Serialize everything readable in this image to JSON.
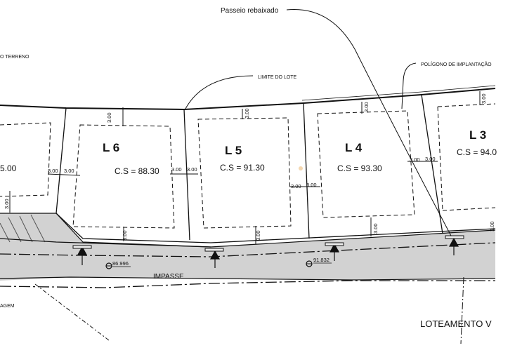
{
  "annotations": {
    "passeio": "Passeio rebaixado",
    "terreno": "O TERRENO",
    "limite_lote": "LIMITE DO LOTE",
    "poligono": "POLÍGONO DE IMPLANTAÇÃO",
    "impasse": "IMPASSE",
    "agem": "AGEM",
    "loteamento": "LOTEAMENTO V"
  },
  "lots": [
    {
      "name": "L 6",
      "cs": "C.S = 88.30"
    },
    {
      "name": "L 5",
      "cs": "C.S = 91.30"
    },
    {
      "name": "L 4",
      "cs": "C.S = 93.30"
    },
    {
      "name": "L 3",
      "cs": "C.S = 94.0"
    }
  ],
  "partial_cs": "5.00",
  "setback": "3.00",
  "levels": [
    "86.996",
    "91.832"
  ],
  "colors": {
    "road": "#d2d2d2",
    "line": "#111111",
    "background": "#ffffff"
  }
}
